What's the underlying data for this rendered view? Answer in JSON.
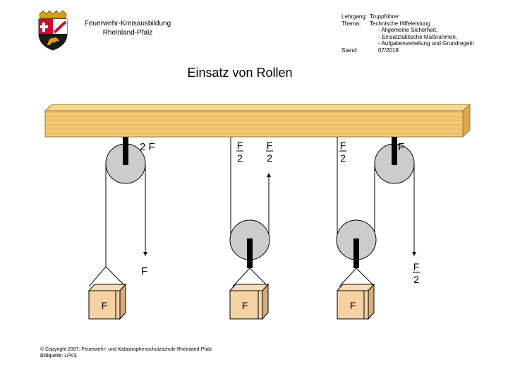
{
  "header": {
    "org_line1": "Feuerwehr-Kreisausbildung",
    "org_line2": "Rheinland-Pfalz",
    "course_key": "Lehrgang:",
    "course_value": "Truppführer",
    "topic_key": "Thema:",
    "topic_value": "Technische Hilfeleistung",
    "topic_items": [
      "- Allgemeine Sicherheit,",
      "- Einsatztaktische Maßnahmen,",
      "- Aufgabenverteilung und Grundregeln"
    ],
    "status_key": "Stand:",
    "status_value": "07/2018"
  },
  "slide": {
    "title": "Einsatz von Rollen"
  },
  "diagram": {
    "label_2F": "2 F",
    "label_F": "F",
    "frac_num": "F",
    "frac_den": "2",
    "box_label": "F"
  },
  "colors": {
    "beam": "#f1c975",
    "beam_edge": "#9c7a32",
    "pulley": "#cccccc",
    "box": "#f5d1a3"
  },
  "footer": {
    "line1": "© Copyright 2007: Feuerwehr- und Katastrophenschutzschule Rheinland-Pfalz",
    "line2": "Bildquelle: LFKS"
  }
}
